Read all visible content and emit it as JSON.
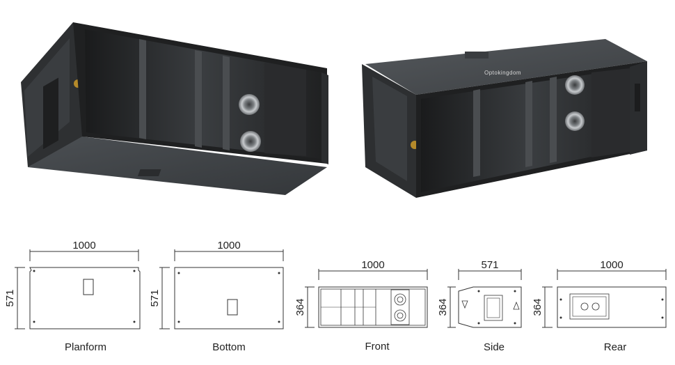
{
  "brand_label": "Optokingdom",
  "photos": [
    {
      "name": "speaker-photo-front-low"
    },
    {
      "name": "speaker-photo-front-high"
    }
  ],
  "views": [
    {
      "key": "planform",
      "caption": "Planform",
      "width": "1000",
      "height": "571"
    },
    {
      "key": "bottom",
      "caption": "Bottom",
      "width": "1000",
      "height": "571"
    },
    {
      "key": "front",
      "caption": "Front",
      "width": "1000",
      "height": "364"
    },
    {
      "key": "side",
      "caption": "Side",
      "width": "571",
      "height": "364"
    },
    {
      "key": "rear",
      "caption": "Rear",
      "width": "1000",
      "height": "364"
    }
  ],
  "colors": {
    "cabinet_dark": "#2b2d2f",
    "cabinet_mid": "#45484b",
    "cabinet_light": "#5d6165",
    "driver": "#b9bcbf",
    "line": "#333333"
  }
}
